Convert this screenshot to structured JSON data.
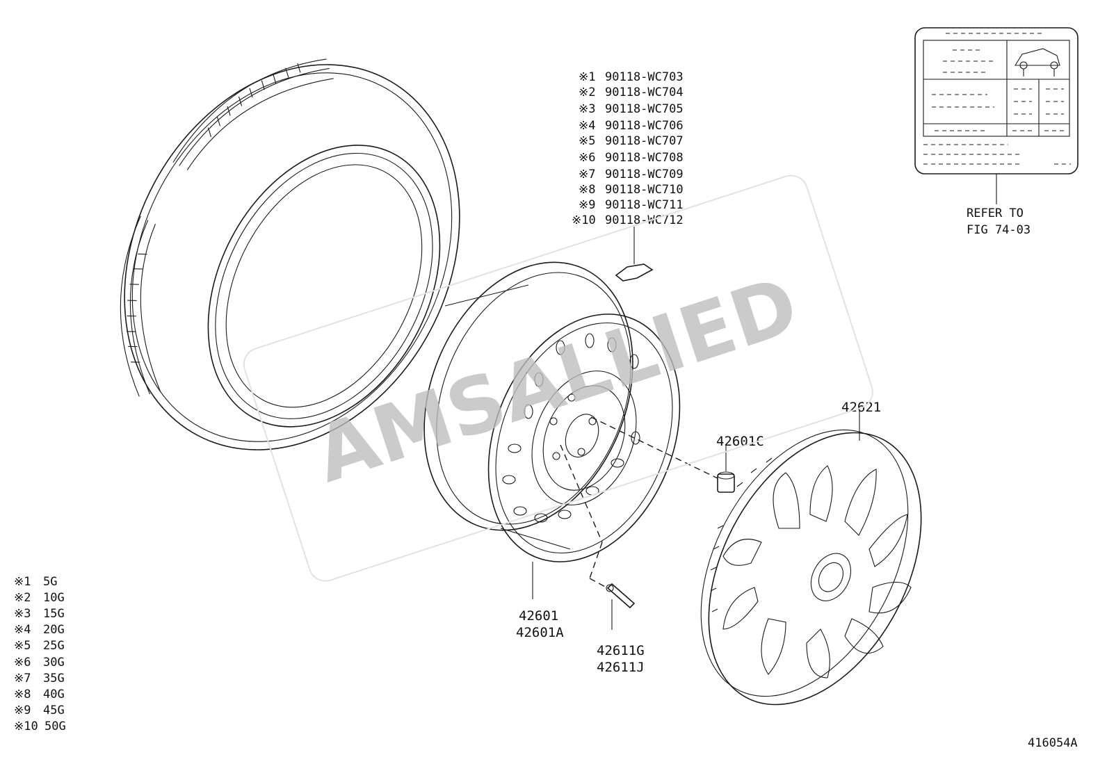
{
  "weights": [
    {
      "mark": "※1",
      "part": "90118-WC703",
      "weight": "5G"
    },
    {
      "mark": "※2",
      "part": "90118-WC704",
      "weight": "10G"
    },
    {
      "mark": "※3",
      "part": "90118-WC705",
      "weight": "15G"
    },
    {
      "mark": "※4",
      "part": "90118-WC706",
      "weight": "20G"
    },
    {
      "mark": "※5",
      "part": "90118-WC707",
      "weight": "25G"
    },
    {
      "mark": "※6",
      "part": "90118-WC708",
      "weight": "30G"
    },
    {
      "mark": "※7",
      "part": "90118-WC709",
      "weight": "35G"
    },
    {
      "mark": "※8",
      "part": "90118-WC710",
      "weight": "40G"
    },
    {
      "mark": "※9",
      "part": "90118-WC711",
      "weight": "45G"
    },
    {
      "mark": "※10",
      "part": "90118-WC712",
      "weight": "50G"
    }
  ],
  "callouts": {
    "refer_line1": "REFER TO",
    "refer_line2": "FIG 74-03",
    "wheel_a": "42601",
    "wheel_b": "42601A",
    "nut": "42601C",
    "valve_a": "42611G",
    "valve_b": "42611J",
    "cap": "42621"
  },
  "figure_id": "416054A",
  "watermark": "AMSALLIED"
}
